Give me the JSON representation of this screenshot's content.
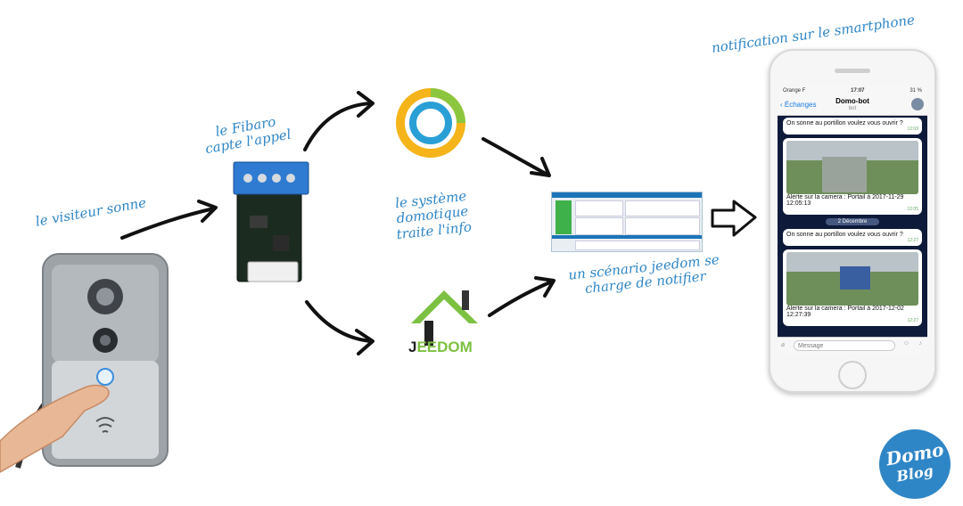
{
  "labels": {
    "visitor": "le visiteur sonne",
    "fibaro": "le Fibaro\ncapte l'appel",
    "system": "le système\ndomotique\ntraite l'info",
    "scenario": "un scénario jeedom se\ncharge de notifier",
    "notification": "notification sur le smartphone"
  },
  "jeedom_logo": {
    "text": "EEDOM",
    "initial": "J",
    "color": "#7dc142"
  },
  "domoblog_logo": {
    "line1": "Domo",
    "line2": "Blog",
    "color": "#2f86c6"
  },
  "phone": {
    "status": {
      "carrier": "Orange F",
      "time": "17:07",
      "battery": "31 %"
    },
    "nav": {
      "back": "Échanges",
      "title": "Domo-bot",
      "subtitle": "bot"
    },
    "messages": [
      {
        "text": "On sonne au portillon voulez vous ouvrir ?",
        "time": "12:03"
      },
      {
        "caption": "Alerte sur la camera : Portail à 2017-11-29 12:05:13",
        "time": "12:05"
      },
      {
        "text": "On sonne au portillon voulez vous ouvrir ?",
        "time": "12:27"
      },
      {
        "caption": "Alerte sur la camera : Portail à 2017-12-02 12:27:39",
        "time": "12:27"
      }
    ],
    "date_divider": "2 Décembre",
    "input_placeholder": "Message"
  },
  "colors": {
    "accent_blue": "#2f86c6",
    "jeedom_green": "#7dc142",
    "fibaro_ring_yellow": "#f4b41a",
    "fibaro_ring_blue": "#2a9fd6"
  }
}
